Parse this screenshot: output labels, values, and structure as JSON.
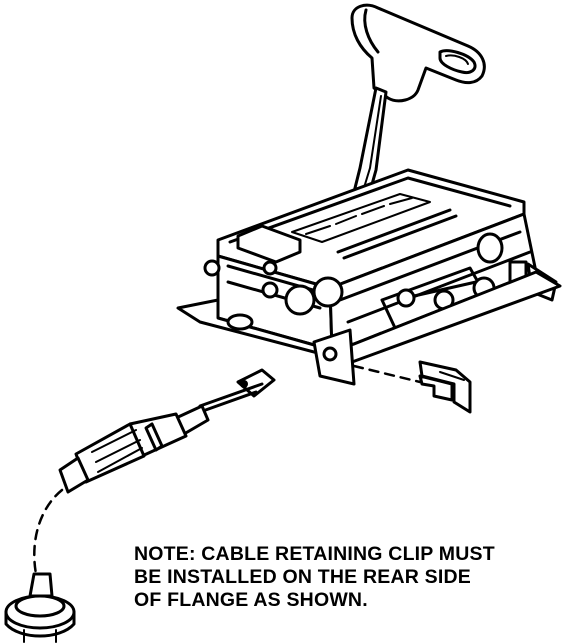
{
  "note": {
    "lines": [
      "NOTE:  CABLE RETAINING CLIP MUST",
      "BE INSTALLED ON THE REAR SIDE",
      "OF FLANGE AS SHOWN."
    ]
  },
  "colors": {
    "ink": "#000000",
    "paper": "#ffffff"
  }
}
